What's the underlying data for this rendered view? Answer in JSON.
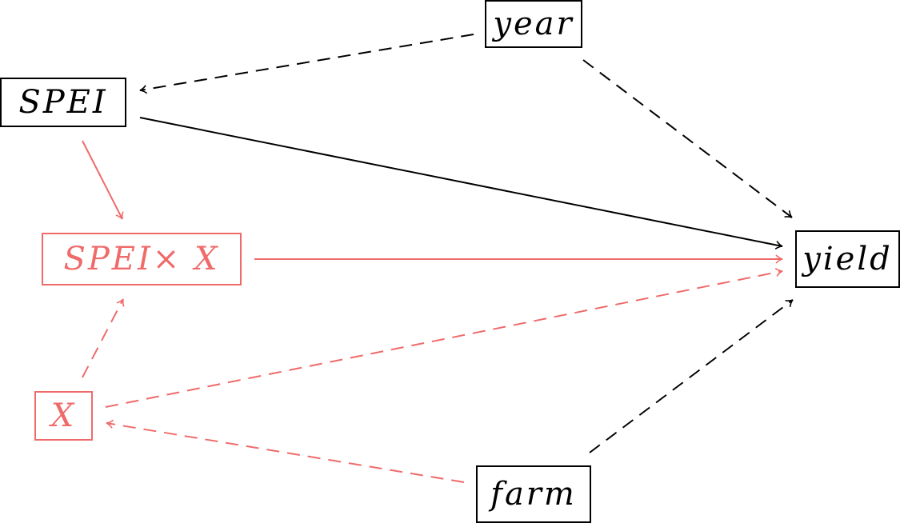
{
  "colors": {
    "primary": "#000000",
    "highlight": "#f06a6a"
  },
  "nodes": {
    "year": {
      "label": "year"
    },
    "spei": {
      "label": "SPEI"
    },
    "spei_x": {
      "label": "SPEI× X"
    },
    "yield": {
      "label": "yield"
    },
    "x": {
      "label": "X"
    },
    "farm": {
      "label": "farm"
    }
  },
  "edges": [
    {
      "from": "year",
      "to": "SPEI",
      "style": "dashed",
      "color": "black"
    },
    {
      "from": "year",
      "to": "yield",
      "style": "dashed",
      "color": "black"
    },
    {
      "from": "SPEI",
      "to": "yield",
      "style": "solid",
      "color": "black"
    },
    {
      "from": "SPEI",
      "to": "SPEI× X",
      "style": "solid",
      "color": "red"
    },
    {
      "from": "SPEI× X",
      "to": "yield",
      "style": "solid",
      "color": "red"
    },
    {
      "from": "X",
      "to": "SPEI× X",
      "style": "dashed",
      "color": "red"
    },
    {
      "from": "X",
      "to": "yield",
      "style": "dashed",
      "color": "red"
    },
    {
      "from": "farm",
      "to": "X",
      "style": "dashed",
      "color": "red"
    },
    {
      "from": "farm",
      "to": "yield",
      "style": "dashed",
      "color": "black"
    }
  ]
}
